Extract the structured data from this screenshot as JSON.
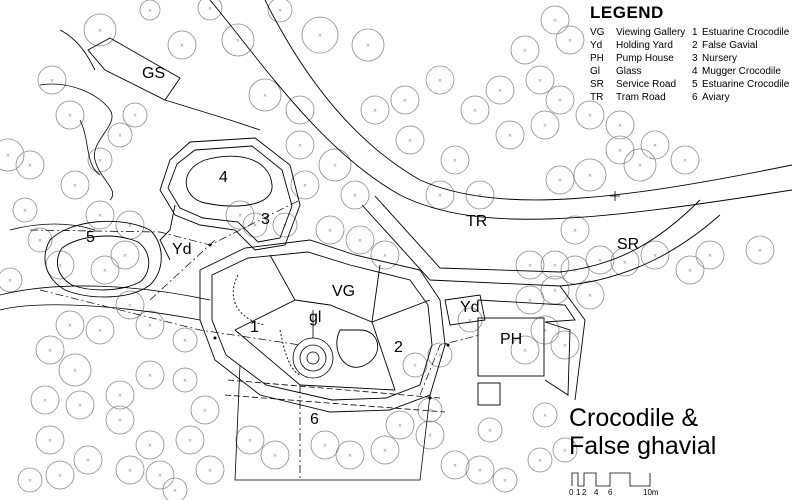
{
  "legend": {
    "title": "LEGEND",
    "abbreviations": [
      {
        "code": "VG",
        "name": "Viewing Gallery"
      },
      {
        "code": "Yd",
        "name": "Holding Yard"
      },
      {
        "code": "PH",
        "name": "Pump House"
      },
      {
        "code": "Gl",
        "name": "Glass"
      },
      {
        "code": "SR",
        "name": "Service Road"
      },
      {
        "code": "TR",
        "name": "Tram Road"
      }
    ],
    "enclosures": [
      {
        "num": "1",
        "name": "Estuarine Crocodile"
      },
      {
        "num": "2",
        "name": "False Gavial"
      },
      {
        "num": "3",
        "name": "Nursery"
      },
      {
        "num": "4",
        "name": "Mugger Crocodile"
      },
      {
        "num": "5",
        "name": "Estuarine Crocodile"
      },
      {
        "num": "6",
        "name": "Aviary"
      }
    ]
  },
  "map_labels": {
    "gs": "GS",
    "tr": "TR",
    "sr": "SR",
    "vg": "VG",
    "yd_left": "Yd",
    "yd_right": "Yd",
    "ph": "PH",
    "gl": "gl",
    "n1": "1",
    "n2": "2",
    "n3": "3",
    "n4": "4",
    "n5": "5",
    "n6": "6"
  },
  "title": {
    "line1": "Crocodile &",
    "line2": "False ghavial"
  },
  "scale_bar": {
    "ticks": [
      "0",
      "1",
      "2",
      "4",
      "6",
      "10m"
    ]
  },
  "colors": {
    "line": "#000000",
    "tree": "#888888"
  }
}
